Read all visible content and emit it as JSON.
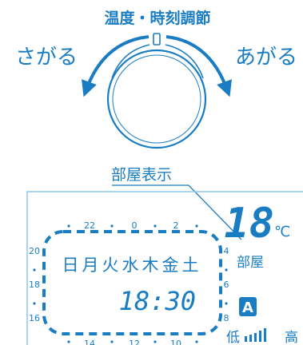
{
  "dial": {
    "title": "温度・時刻調節",
    "left_label": "さがる",
    "right_label": "あがる"
  },
  "lcd": {
    "pointer_label": "部屋表示",
    "temperature_value": "18",
    "temperature_unit": "℃",
    "room_label": "部屋",
    "weekdays": [
      "日",
      "月",
      "火",
      "水",
      "木",
      "金",
      "土"
    ],
    "time_value": "18:30",
    "mode_badge": "A",
    "airflow_low_label": "低",
    "airflow_high_label": "高",
    "hour_ticks_top": [
      "22",
      "0",
      "2"
    ],
    "hour_ticks_left": [
      "20",
      "18",
      "16"
    ],
    "hour_ticks_right": [
      "4",
      "6",
      "8"
    ],
    "hour_ticks_bottom": [
      "14",
      "12",
      "10"
    ]
  },
  "colors": {
    "accent": "#1a7dc4",
    "lcd_border": "#8fc9ea",
    "text": "#1a7dc4"
  }
}
